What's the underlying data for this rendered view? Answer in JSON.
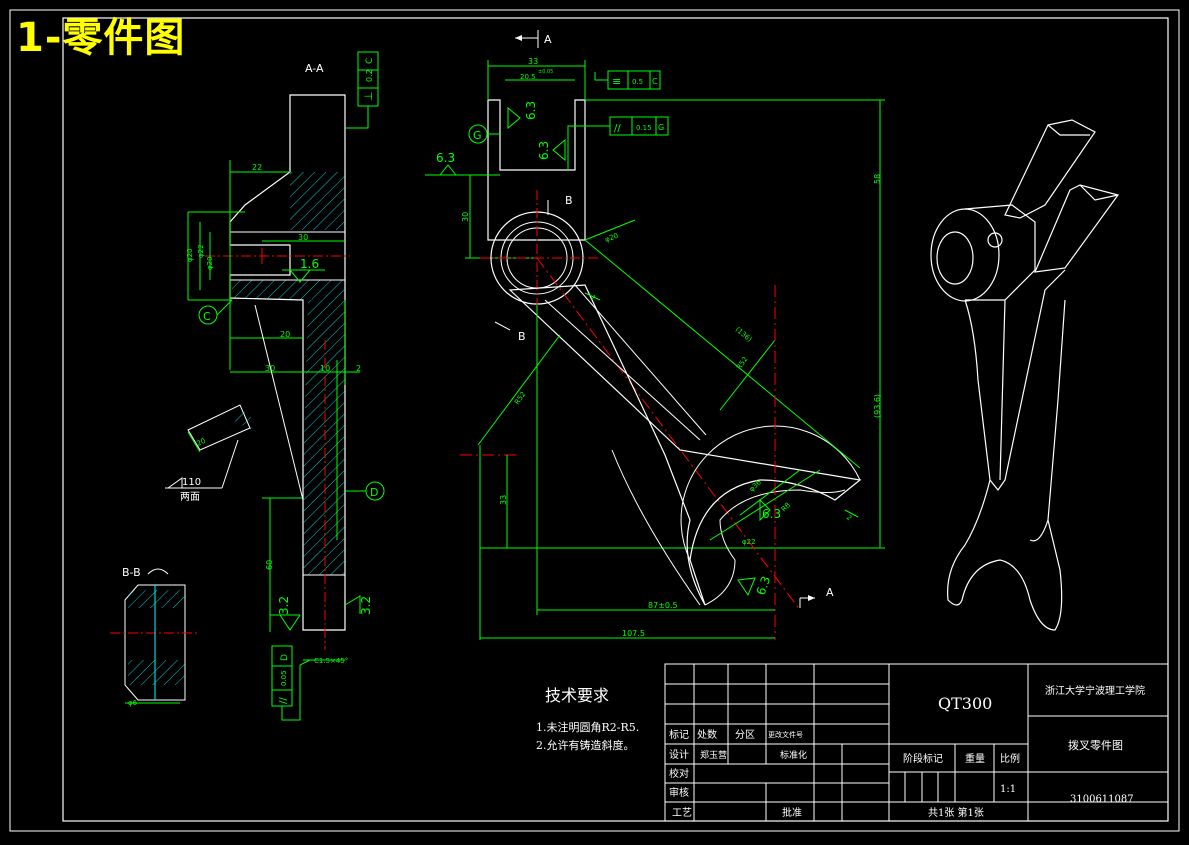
{
  "title": "1-零件图",
  "colors": {
    "background": "#000000",
    "outline": "#ffffff",
    "dimension": "#00ff00",
    "centerline": "#ff0000",
    "annotation": "#00ffff",
    "hatch": "#00ffff",
    "title_text": "#ffff00"
  },
  "views": {
    "section_aa": {
      "label": "A-A",
      "tolerance": {
        "symbol": "⊥",
        "value": "0.2",
        "datum": "C"
      },
      "dims": {
        "d22": "22",
        "d30": "30",
        "d20": "20",
        "d30b": "30",
        "d10": "10",
        "d2": "2",
        "phi20": "φ20",
        "phi22": "φ22",
        "phi20b": "φ20",
        "d60": "60",
        "d110": "110"
      },
      "roughness": {
        "r16": "1.6",
        "r32a": "3.2",
        "r32b": "3.2"
      },
      "datums": {
        "c": "C",
        "d": "D"
      },
      "tolerance2": {
        "symbol": "//",
        "value": "0.05",
        "datum": "D"
      },
      "note_two_sides": "两面",
      "chamfer": "C1.5×45°",
      "detail_dim": "20"
    },
    "section_bb": {
      "label": "B-B",
      "dim": "φ6"
    },
    "front": {
      "label_a": "A",
      "label_b": "B",
      "label_b2": "B",
      "label_g": "G",
      "dims": {
        "d33": "33",
        "d20": "20.5",
        "d20_sup": "±0.05",
        "d58": "58",
        "d30": "30",
        "d33b": "33",
        "d87": "87±0.5",
        "d107": "107.5",
        "phi20": "φ20",
        "d136": "(136)",
        "d93": "(93.6)",
        "r52": "R52",
        "r52b": "R52",
        "phi36": "φ36",
        "phi22": "φ22",
        "r8": "R8",
        "d1": "1",
        "d2": "2"
      },
      "roughness": {
        "r63a": "6.3",
        "r63b": "6.3",
        "r63c": "6.3",
        "r63d": "6.3",
        "r63e": "6.3"
      },
      "tol1": {
        "symbol": "≡",
        "value": "0.5",
        "datum": "C"
      },
      "tol2": {
        "symbol": "//",
        "value": "0.15",
        "datum": "G"
      }
    }
  },
  "tech_req": {
    "heading": "技术要求",
    "items": [
      "1.未注明圆角R2-R5.",
      "2.允许有铸造斜度。"
    ]
  },
  "title_block": {
    "material": "QT300",
    "school": "浙江大学宁波理工学院",
    "part_name": "拨叉零件图",
    "drawing_no": "3100611087",
    "row_biaoji": "标记",
    "row_chushu": "处数",
    "row_fenqu": "分区",
    "row_file": "更改文件号",
    "row_sheji": "设计",
    "designer": "郑玉营",
    "row_biaozhun": "标准化",
    "row_jiaodui": "校对",
    "row_shenhe": "审核",
    "row_gongyi": "工艺",
    "row_pizhun": "批准",
    "stage_mark": "阶段标记",
    "weight": "重量",
    "ratio_label": "比例",
    "ratio": "1:1",
    "sheets": "共1张 第1张"
  }
}
